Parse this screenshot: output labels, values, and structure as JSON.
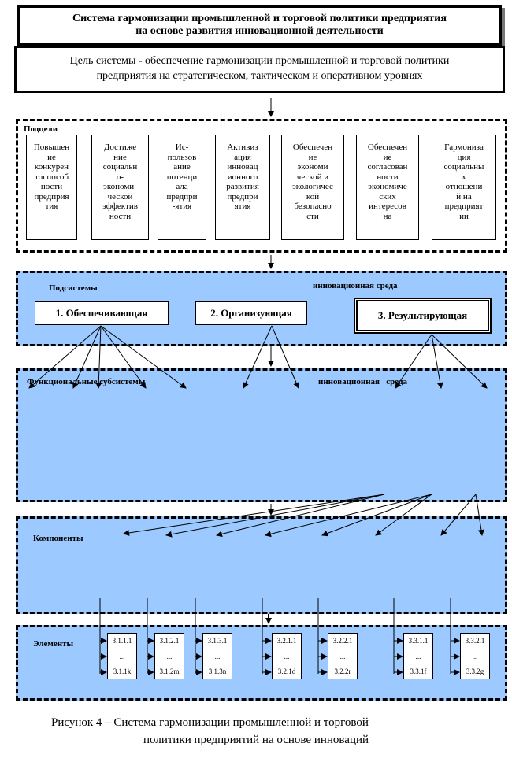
{
  "title": {
    "line1": "Система гармонизации промышленной и торговой политики предприятия",
    "line2": "на основе развития инновационной деятельности"
  },
  "goal": {
    "line1": "Цель системы - обеспечение гармонизации промышленной и торговой политики",
    "line2": "предприятия на стратегическом, тактическом и оперативном уровнях"
  },
  "subgoals": {
    "label": "Подцели",
    "items": [
      [
        "Повышен",
        "ие",
        "конкурен",
        "тоспособ",
        "ности",
        "предприя",
        "тия"
      ],
      [
        "Достиже",
        "ние",
        "социальн",
        "о-",
        "экономи-",
        "ческой",
        "эффектив",
        "ности"
      ],
      [
        "Ис-",
        "пользов",
        "ание",
        "потенци",
        "ала",
        "предпри",
        "-ятия"
      ],
      [
        "Активиз",
        "ация",
        "инновац",
        "ионного",
        "развития",
        "предпри",
        "ятия"
      ],
      [
        "Обеспечен",
        "ие",
        "экономи",
        "ческой и",
        "экологичес",
        "кой",
        "безопасно",
        "сти"
      ],
      [
        "Обеспечен",
        "ие",
        "согласован",
        "ности",
        "экономиче",
        "ских",
        "интересов",
        "на"
      ],
      [
        "Гармониза",
        "ция",
        "социальны",
        "х",
        "отношени",
        "й на",
        "предприят",
        "ии"
      ]
    ]
  },
  "subsystems": {
    "label": "Подсистемы",
    "env_label": "инновационная среда",
    "items": [
      "1. Обеспечивающая",
      "2. Организующая",
      "3. Результирующая"
    ]
  },
  "functional": {
    "label": "Функциональные субсистемы",
    "env_label": "инновационная   среда"
  },
  "components": {
    "label": "Компоненты"
  },
  "elements": {
    "label": "Элементы",
    "groups": [
      [
        "3.1.1.1",
        "...",
        "3.1.1k"
      ],
      [
        "3.1.2.1",
        "...",
        "3.1.2m"
      ],
      [
        "3.1.3.1",
        "...",
        "3.1.3n"
      ],
      [
        "3.2.1.1",
        "...",
        "3.2.1d"
      ],
      [
        "3.2.2.1",
        "...",
        "3.2.2r"
      ],
      [
        "3.3.1.1",
        "...",
        "3.3.1f"
      ],
      [
        "3.3.2.1",
        "...",
        "3.3.2g"
      ]
    ]
  },
  "caption": {
    "line1": "Рисунок 4 – Система гармонизации промышленной и торговой",
    "line2": "политики предприятий на основе инноваций"
  }
}
